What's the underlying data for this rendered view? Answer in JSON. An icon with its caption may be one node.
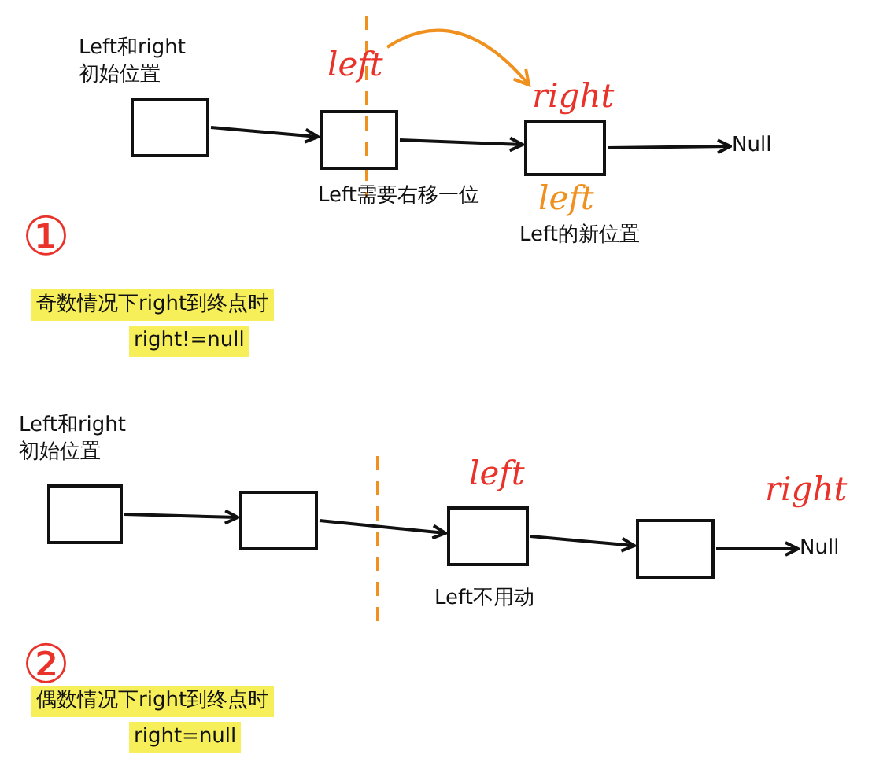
{
  "diagram": {
    "nodes": [
      {
        "text": [],
        "shape": "box",
        "beside": [
          "Left和right初始位置"
        ]
      },
      {
        "text": [],
        "shape": "box",
        "beside": [
          "Left需要右移一位"
        ]
      },
      {
        "text": [],
        "shape": "box",
        "beside": [
          "Left的新位置"
        ]
      },
      {
        "text": [
          "Null"
        ]
      },
      {
        "text": [
          "left"
        ]
      },
      {
        "text": [
          "right"
        ]
      },
      {
        "text": [],
        "shape": "box",
        "beside": [
          "Left和right初始位置"
        ]
      },
      {
        "text": [],
        "shape": "box"
      },
      {
        "text": [],
        "shape": "box",
        "beside": [
          "Left不用动"
        ]
      },
      {
        "text": [],
        "shape": "box"
      },
      {
        "text": [
          "Null"
        ]
      }
    ],
    "edges": [
      {
        "from": 0,
        "to": 1,
        "arrow": "to"
      },
      {
        "from": 1,
        "to": 2,
        "arrow": "to"
      },
      {
        "from": 2,
        "to": 3,
        "arrow": "to"
      },
      {
        "from": 4,
        "to": 5,
        "arrow": "to",
        "color": "#f0901e"
      },
      {
        "from": 6,
        "to": 7,
        "arrow": "to"
      },
      {
        "from": 7,
        "to": 8,
        "arrow": "to"
      },
      {
        "from": 8,
        "to": 9,
        "arrow": "to"
      },
      {
        "from": 9,
        "to": 10,
        "arrow": "to"
      }
    ],
    "labels": [
      "left",
      "①",
      "奇数情况下right到终点时",
      "right!=null",
      "left",
      "right",
      "②",
      "偶数情况下right到终点时",
      "right=null"
    ]
  }
}
